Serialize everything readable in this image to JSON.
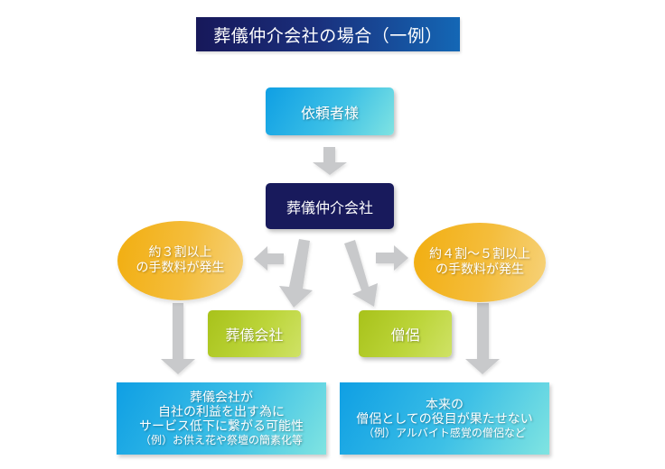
{
  "title": "葬儀仲介会社の場合（一例）",
  "nodes": {
    "client": "依頼者様",
    "broker": "葬儀仲介会社",
    "funeral_company": "葬儀会社",
    "monk": "僧侶"
  },
  "fees": {
    "left": [
      "約３割以上",
      "の手数料が発生"
    ],
    "right": [
      "約４割～５割以上",
      "の手数料が発生"
    ]
  },
  "results": {
    "left": {
      "lines": [
        "葬儀会社が",
        "自社の利益を出す為に",
        "サービス低下に繋がる可能性"
      ],
      "example": "（例）お供え花や祭壇の簡素化等"
    },
    "right": {
      "lines": [
        "本来の",
        "僧侶としての役目が果たせない"
      ],
      "example": "（例）アルバイト感覚の僧侶など"
    }
  },
  "colors": {
    "navy": "#181a5c",
    "cyan": "#3cc0e6",
    "orange": "#f2ae10",
    "lime": "#a8c21a",
    "arrow_gray": "#c8c9cb"
  }
}
